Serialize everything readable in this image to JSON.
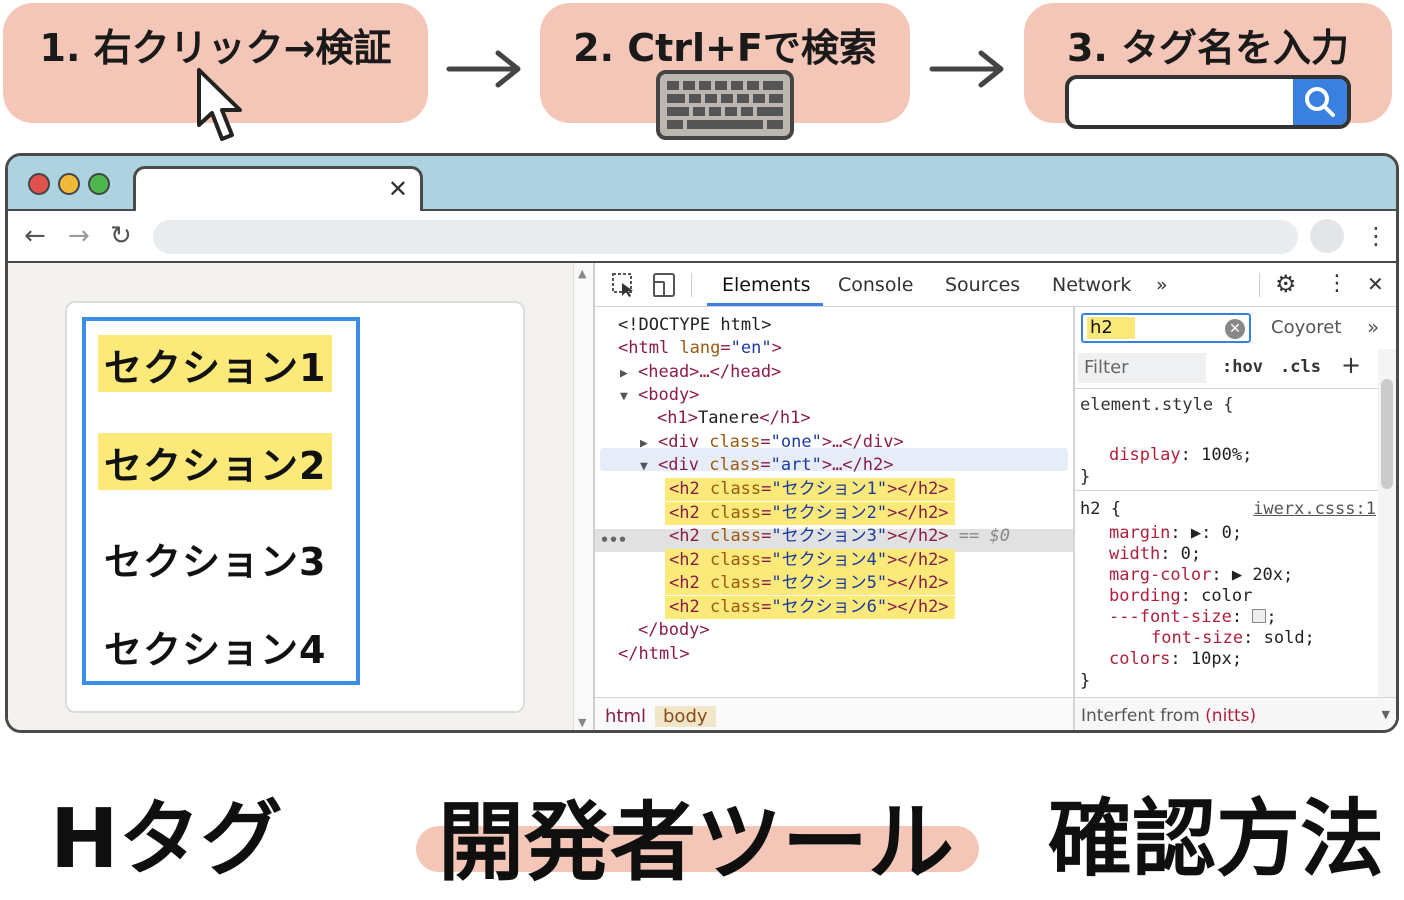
{
  "steps": [
    {
      "label": "1. 右クリック→検証",
      "icon": "mouse-cursor-icon"
    },
    {
      "label": "2. Ctrl+Fで検索",
      "icon": "keyboard-icon"
    },
    {
      "label": "3. タグ名を入力",
      "icon": "search-icon"
    }
  ],
  "browser": {
    "tab_close": "✕",
    "nav": {
      "back": "←",
      "forward": "→",
      "reload": "↻",
      "menu": "⋮"
    }
  },
  "viewport": {
    "sections": [
      {
        "label": "セクション1",
        "highlighted": true
      },
      {
        "label": "セクション2",
        "highlighted": true
      },
      {
        "label": "セクション3",
        "highlighted": false
      },
      {
        "label": "セクション4",
        "highlighted": false
      }
    ],
    "scroll_up": "▲",
    "scroll_down": "▼"
  },
  "devtools": {
    "tabs": [
      "Elements",
      "Console",
      "Sources",
      "Network"
    ],
    "active_tab": "Elements",
    "more_tabs": "»",
    "close": "✕",
    "menu": "⋮",
    "dom": {
      "doctype": "<!DOCTYPE html>",
      "html_open_tag": "<html",
      "html_attr": "lang",
      "html_attr_val": "\"en\"",
      "html_open_end": ">",
      "head": "<head>…</head>",
      "body_open": "<body>",
      "h1_open": "<h1>",
      "h1_text": "Tanere",
      "h1_close": "</h1>",
      "div1_open": "<div",
      "div1_attr": "class",
      "div1_val": "\"one\"",
      "div1_rest": ">…</div>",
      "div2_open": "<div",
      "div2_attr": "class",
      "div2_val": "\"art\"",
      "div2_rest": ">…</h2>",
      "h2_rows": [
        {
          "open": "<h2",
          "attr": "class",
          "val": "\"セクション1\"",
          "close": "></h2>"
        },
        {
          "open": "<h2",
          "attr": "class",
          "val": "\"セクション2\"",
          "close": "></h2>"
        },
        {
          "open": "<h2",
          "attr": "class",
          "val": "\"セクション3\"",
          "close": "></h2>"
        },
        {
          "open": "<h2",
          "attr": "class",
          "val": "\"セクション4\"",
          "close": "></h2>"
        },
        {
          "open": "<h2",
          "attr": "class",
          "val": "\"セクション5\"",
          "close": "></h2>"
        },
        {
          "open": "<h2",
          "attr": "class",
          "val": "\"セクション6\"",
          "close": "></h2>"
        }
      ],
      "selected_marker": "== $0",
      "row_ellipsis": "•••",
      "body_close": "</body>",
      "html_close": "</html>"
    },
    "breadcrumbs": [
      "html",
      "body"
    ],
    "styles": {
      "search_value": "h2",
      "search_clear": "✕",
      "side_tab": "Coyoret",
      "side_more": "»",
      "filter_placeholder": "Filter",
      "hov": ":hov",
      "cls": ".cls",
      "add": "+",
      "element_style_selector": "element.style {",
      "element_style_prop": "display",
      "element_style_value": "100%;",
      "close_brace": "}",
      "rule_selector": "h2 {",
      "rule_source": "iwerx.csss:1",
      "rule_props": [
        {
          "name": "margin",
          "value": "▶: 0;"
        },
        {
          "name": "width",
          "value": "0;"
        },
        {
          "name": "marg-color",
          "value": "▶ 20x;"
        },
        {
          "name": "bording",
          "value": "color"
        },
        {
          "name": "---font-size",
          "value": ";"
        },
        {
          "name": "font-size",
          "value": "sold;"
        },
        {
          "name": "colors",
          "value": "10px;"
        }
      ],
      "inherited_prefix": "Interfent from",
      "inherited_source": "(nitts)"
    }
  },
  "title": {
    "part1": "Hタグ",
    "part2": "開発者ツール",
    "part3": "確認方法"
  },
  "colors": {
    "pill": "#f4c6b8",
    "titlebar": "#acd3df",
    "highlight": "#fbe97a",
    "accent_blue": "#3a80e0"
  }
}
